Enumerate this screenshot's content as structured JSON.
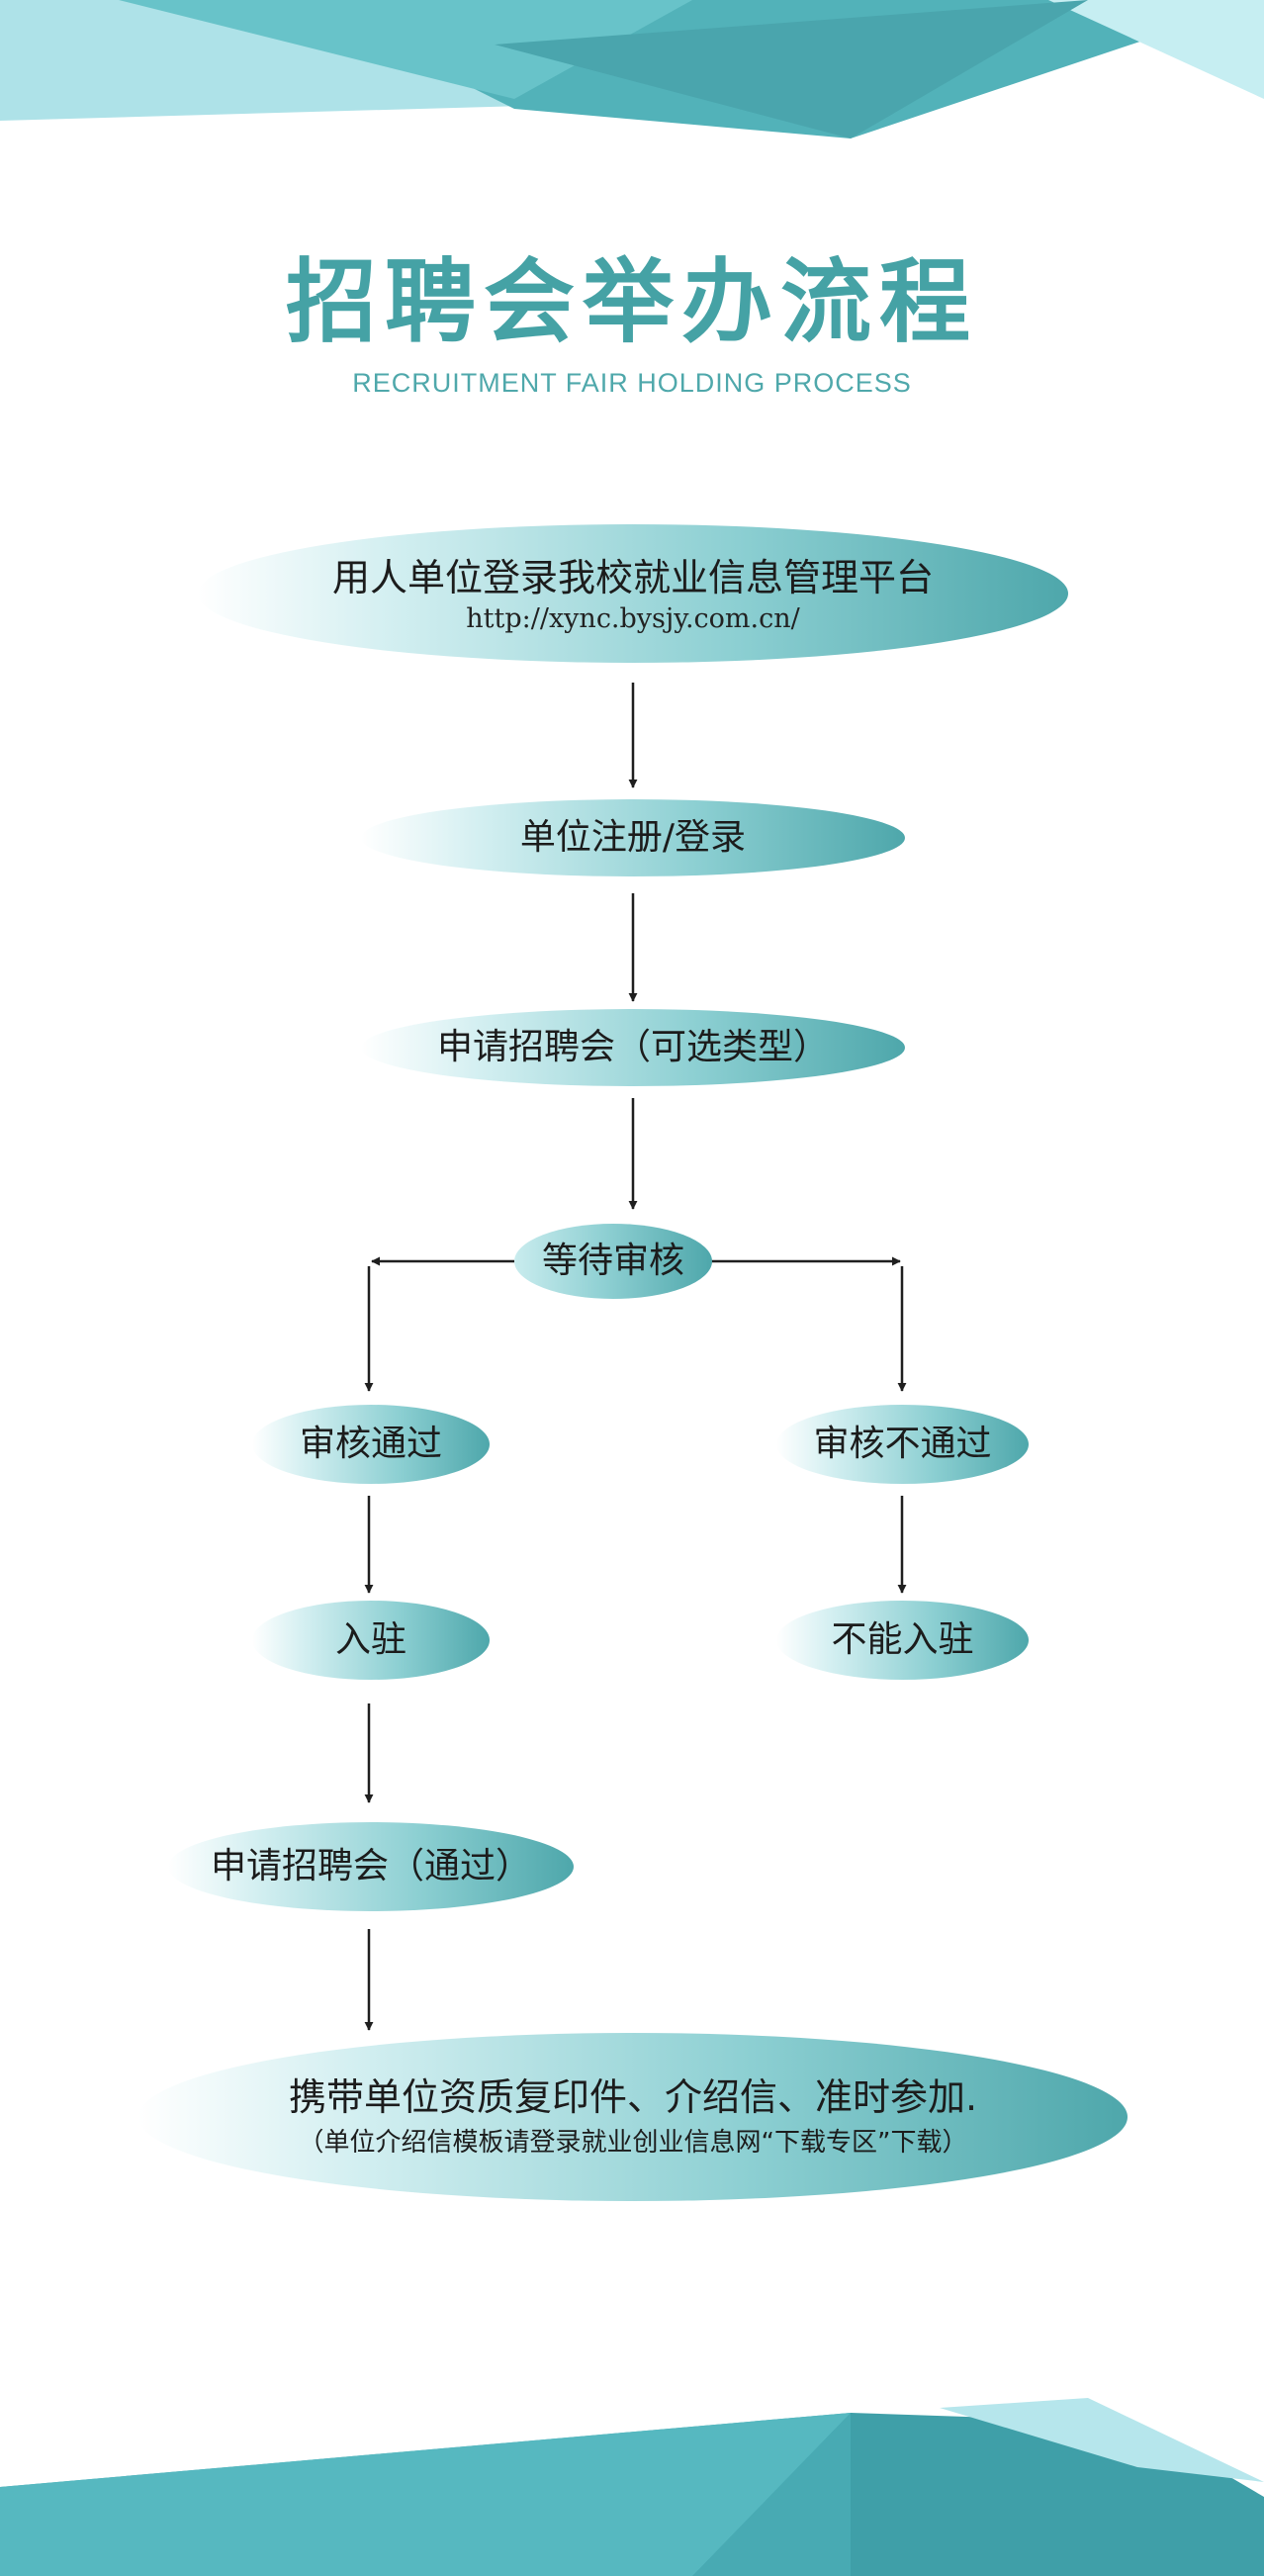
{
  "title": {
    "main": "招聘会举办流程",
    "sub": "RECRUITMENT FAIR HOLDING PROCESS"
  },
  "flow": {
    "login": {
      "text": "用人单位登录我校就业信息管理平台",
      "url": "http://xync.bysjy.com.cn/"
    },
    "register": "单位注册/登录",
    "apply": "申请招聘会（可选类型）",
    "wait": "等待审核",
    "pass": "审核通过",
    "fail": "审核不通过",
    "settle": "入驻",
    "no_settle": "不能入驻",
    "apply_pass": "申请招聘会（通过）",
    "final": {
      "text": "携带单位资质复印件、介绍信、准时参加.",
      "note": "（单位介绍信模板请登录就业创业信息网“下载专区”下载）"
    }
  },
  "colors": {
    "accent": "#45a2a5",
    "teal_dark": "#3f9aa0",
    "teal_light": "#b9e6ea",
    "arrow": "#1f1f1f"
  }
}
